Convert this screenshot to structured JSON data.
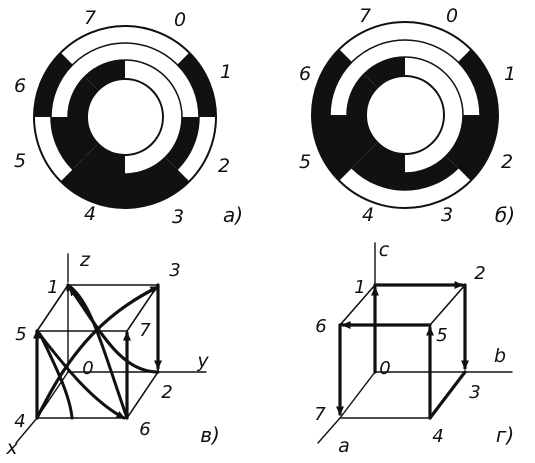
{
  "panels": {
    "a": {
      "caption": "а)",
      "sector_labels": [
        "0",
        "1",
        "2",
        "3",
        "4",
        "5",
        "6",
        "7"
      ],
      "outer_ring_black_sectors": [
        1,
        3,
        4,
        6
      ],
      "middle_ring_black_sectors": [
        2,
        3,
        4,
        5
      ],
      "inner_ring_black_sectors": [
        4,
        5,
        6,
        7
      ]
    },
    "b": {
      "caption": "б)",
      "sector_labels": [
        "0",
        "1",
        "2",
        "3",
        "4",
        "5",
        "6",
        "7"
      ],
      "outer_ring_black_sectors": [
        1,
        2,
        5,
        6
      ],
      "middle_ring_black_sectors": [
        2,
        3,
        4,
        5
      ],
      "inner_ring_black_sectors": [
        4,
        5,
        6,
        7
      ]
    },
    "c": {
      "caption": "в)",
      "axis_labels": {
        "x": "x",
        "y": "y",
        "z": "z"
      },
      "vertex_labels": [
        "0",
        "1",
        "2",
        "3",
        "4",
        "5",
        "6",
        "7"
      ]
    },
    "d": {
      "caption": "г)",
      "axis_labels": {
        "a": "a",
        "b": "b",
        "c": "c"
      },
      "vertex_labels": [
        "0",
        "1",
        "2",
        "3",
        "4",
        "5",
        "6",
        "7"
      ]
    }
  },
  "colors": {
    "ink": "#111111",
    "paper": "#ffffff"
  }
}
